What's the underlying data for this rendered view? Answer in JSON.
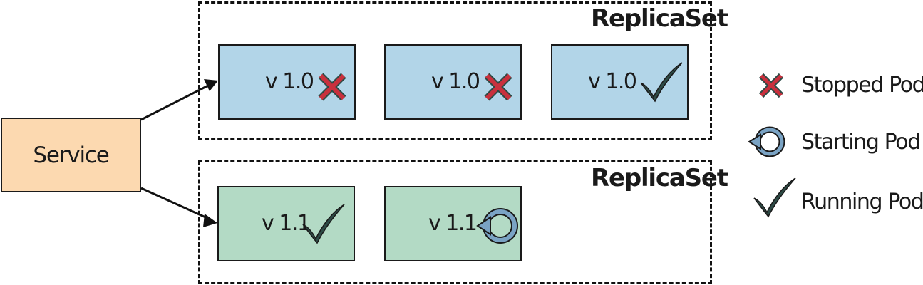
{
  "service": {
    "label": "Service"
  },
  "replica_sets": [
    {
      "label": "ReplicaSet",
      "pods": [
        {
          "version": "v 1.0",
          "status": "stopped"
        },
        {
          "version": "v 1.0",
          "status": "stopped"
        },
        {
          "version": "v 1.0",
          "status": "running"
        }
      ]
    },
    {
      "label": "ReplicaSet",
      "pods": [
        {
          "version": "v 1.1",
          "status": "running"
        },
        {
          "version": "v 1.1",
          "status": "starting"
        }
      ]
    }
  ],
  "legend": [
    {
      "icon": "cross-icon",
      "label": "Stopped Pod"
    },
    {
      "icon": "restart-icon",
      "label": "Starting Pod"
    },
    {
      "icon": "check-icon",
      "label": "Running Pod"
    }
  ],
  "colors": {
    "pod_old": "#b2d5e8",
    "pod_new": "#b3dac5",
    "service": "#fcd9b0",
    "cross": "#c9303d",
    "icon_dark": "#2d4a45",
    "restart": "#7aa3c4"
  }
}
